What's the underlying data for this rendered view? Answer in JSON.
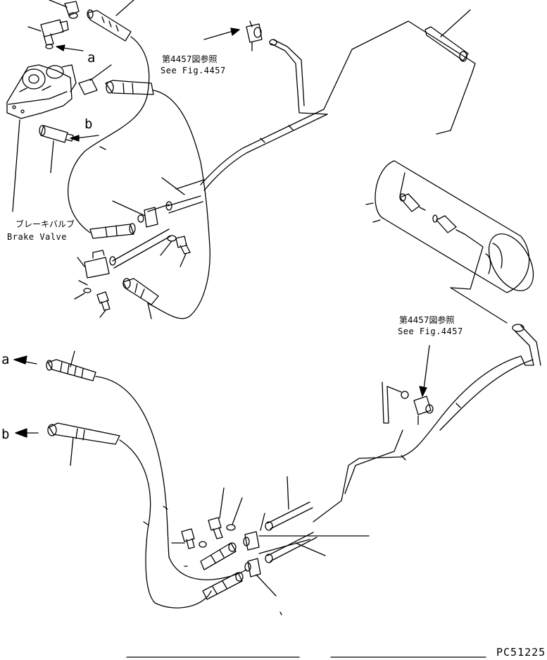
{
  "labels": {
    "arrow_a": "a",
    "arrow_b": "b",
    "brake_valve_jp": "ブレーキバルブ",
    "brake_valve_en": "Brake Valve",
    "ref_top_jp": "第4457図参照",
    "ref_top_en": "See Fig.4457",
    "ref_right_jp": "第4457図参照",
    "ref_right_en": "See Fig.4457",
    "left_a": "a",
    "left_b": "b",
    "drawing_code": "PC51225"
  }
}
